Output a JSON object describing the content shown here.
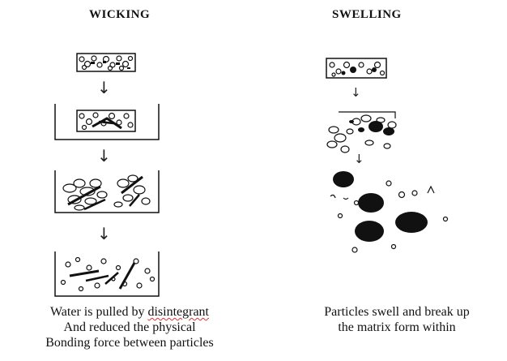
{
  "headings": {
    "left": "WICKING",
    "right": "SWELLING"
  },
  "captions": {
    "left": {
      "line1_prefix": "Water is pulled by ",
      "line1_flagged": "disintegrant",
      "line2": "And reduced the physical",
      "line3": "Bonding force between particles"
    },
    "right": {
      "line1": "Particles swell and break up",
      "line2": "the matrix form within"
    }
  }
}
